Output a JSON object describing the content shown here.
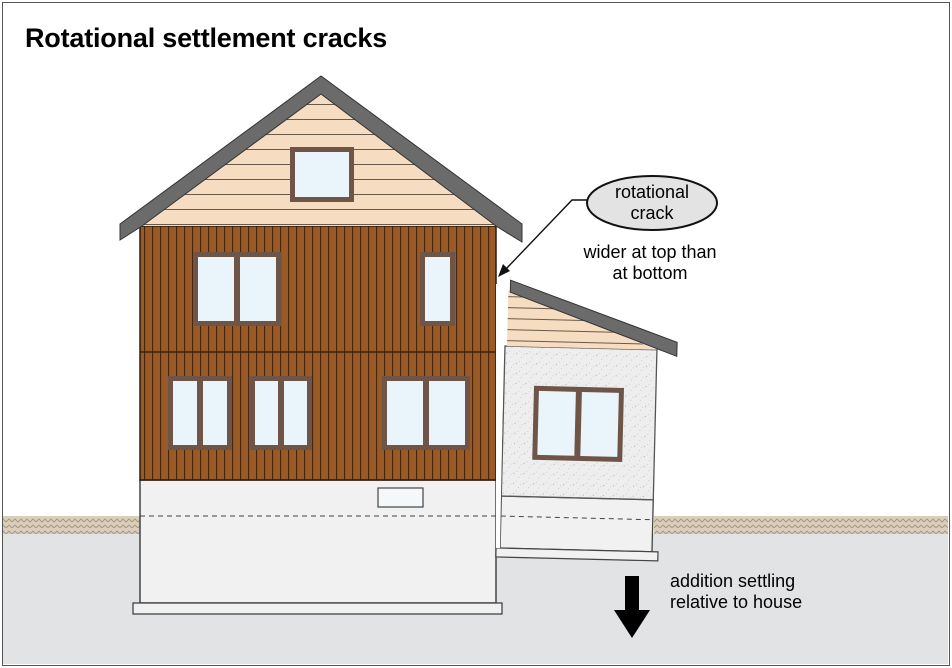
{
  "title": "Rotational settlement cracks",
  "callout": {
    "bubble_line1": "rotational",
    "bubble_line2": "crack",
    "note_line1": "wider at top than",
    "note_line2": "at bottom"
  },
  "settling_note": {
    "line1": "addition settling",
    "line2": "relative to house"
  },
  "colors": {
    "roof": "#6b6b6b",
    "gable_siding": "#f6dcc0",
    "wood_siding": "#9a5a26",
    "stucco": "#eeeeee",
    "foundation": "#f1f1f1",
    "ground": "#d9cdbb",
    "window_glass": "#e9f5fa",
    "window_frame": "#6e5548"
  },
  "icons": [
    "down-arrow-icon"
  ]
}
